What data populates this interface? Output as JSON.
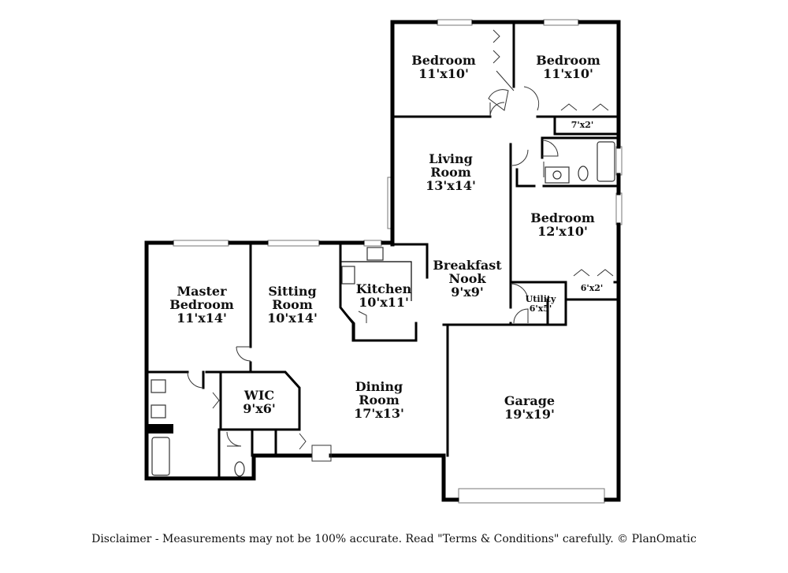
{
  "rooms": [
    {
      "id": "bedroom-nw",
      "name": "Bedroom",
      "size": "11'x10'"
    },
    {
      "id": "bedroom-ne",
      "name": "Bedroom",
      "size": "11'x10'"
    },
    {
      "id": "closet-ne",
      "name": "",
      "size": "7'x2'"
    },
    {
      "id": "living",
      "name": "Living\nRoom",
      "size": "13'x14'"
    },
    {
      "id": "bedroom-e",
      "name": "Bedroom",
      "size": "12'x10'"
    },
    {
      "id": "closet-e",
      "name": "",
      "size": "6'x2'"
    },
    {
      "id": "breakfast",
      "name": "Breakfast\nNook",
      "size": "9'x9'"
    },
    {
      "id": "utility",
      "name": "Utility",
      "size": "6'x5'"
    },
    {
      "id": "kitchen",
      "name": "Kitchen",
      "size": "10'x11'"
    },
    {
      "id": "master",
      "name": "Master\nBedroom",
      "size": "11'x14'"
    },
    {
      "id": "sitting",
      "name": "Sitting\nRoom",
      "size": "10'x14'"
    },
    {
      "id": "wic",
      "name": "WIC",
      "size": "9'x6'"
    },
    {
      "id": "dining",
      "name": "Dining\nRoom",
      "size": "17'x13'"
    },
    {
      "id": "garage",
      "name": "Garage",
      "size": "19'x19'"
    }
  ],
  "disclaimer": "Disclaimer - Measurements may not be 100% accurate. Read \"Terms & Conditions\" carefully. © PlanOmatic",
  "colors": {
    "wall": "#000000",
    "background": "#ffffff",
    "text": "#111111"
  }
}
